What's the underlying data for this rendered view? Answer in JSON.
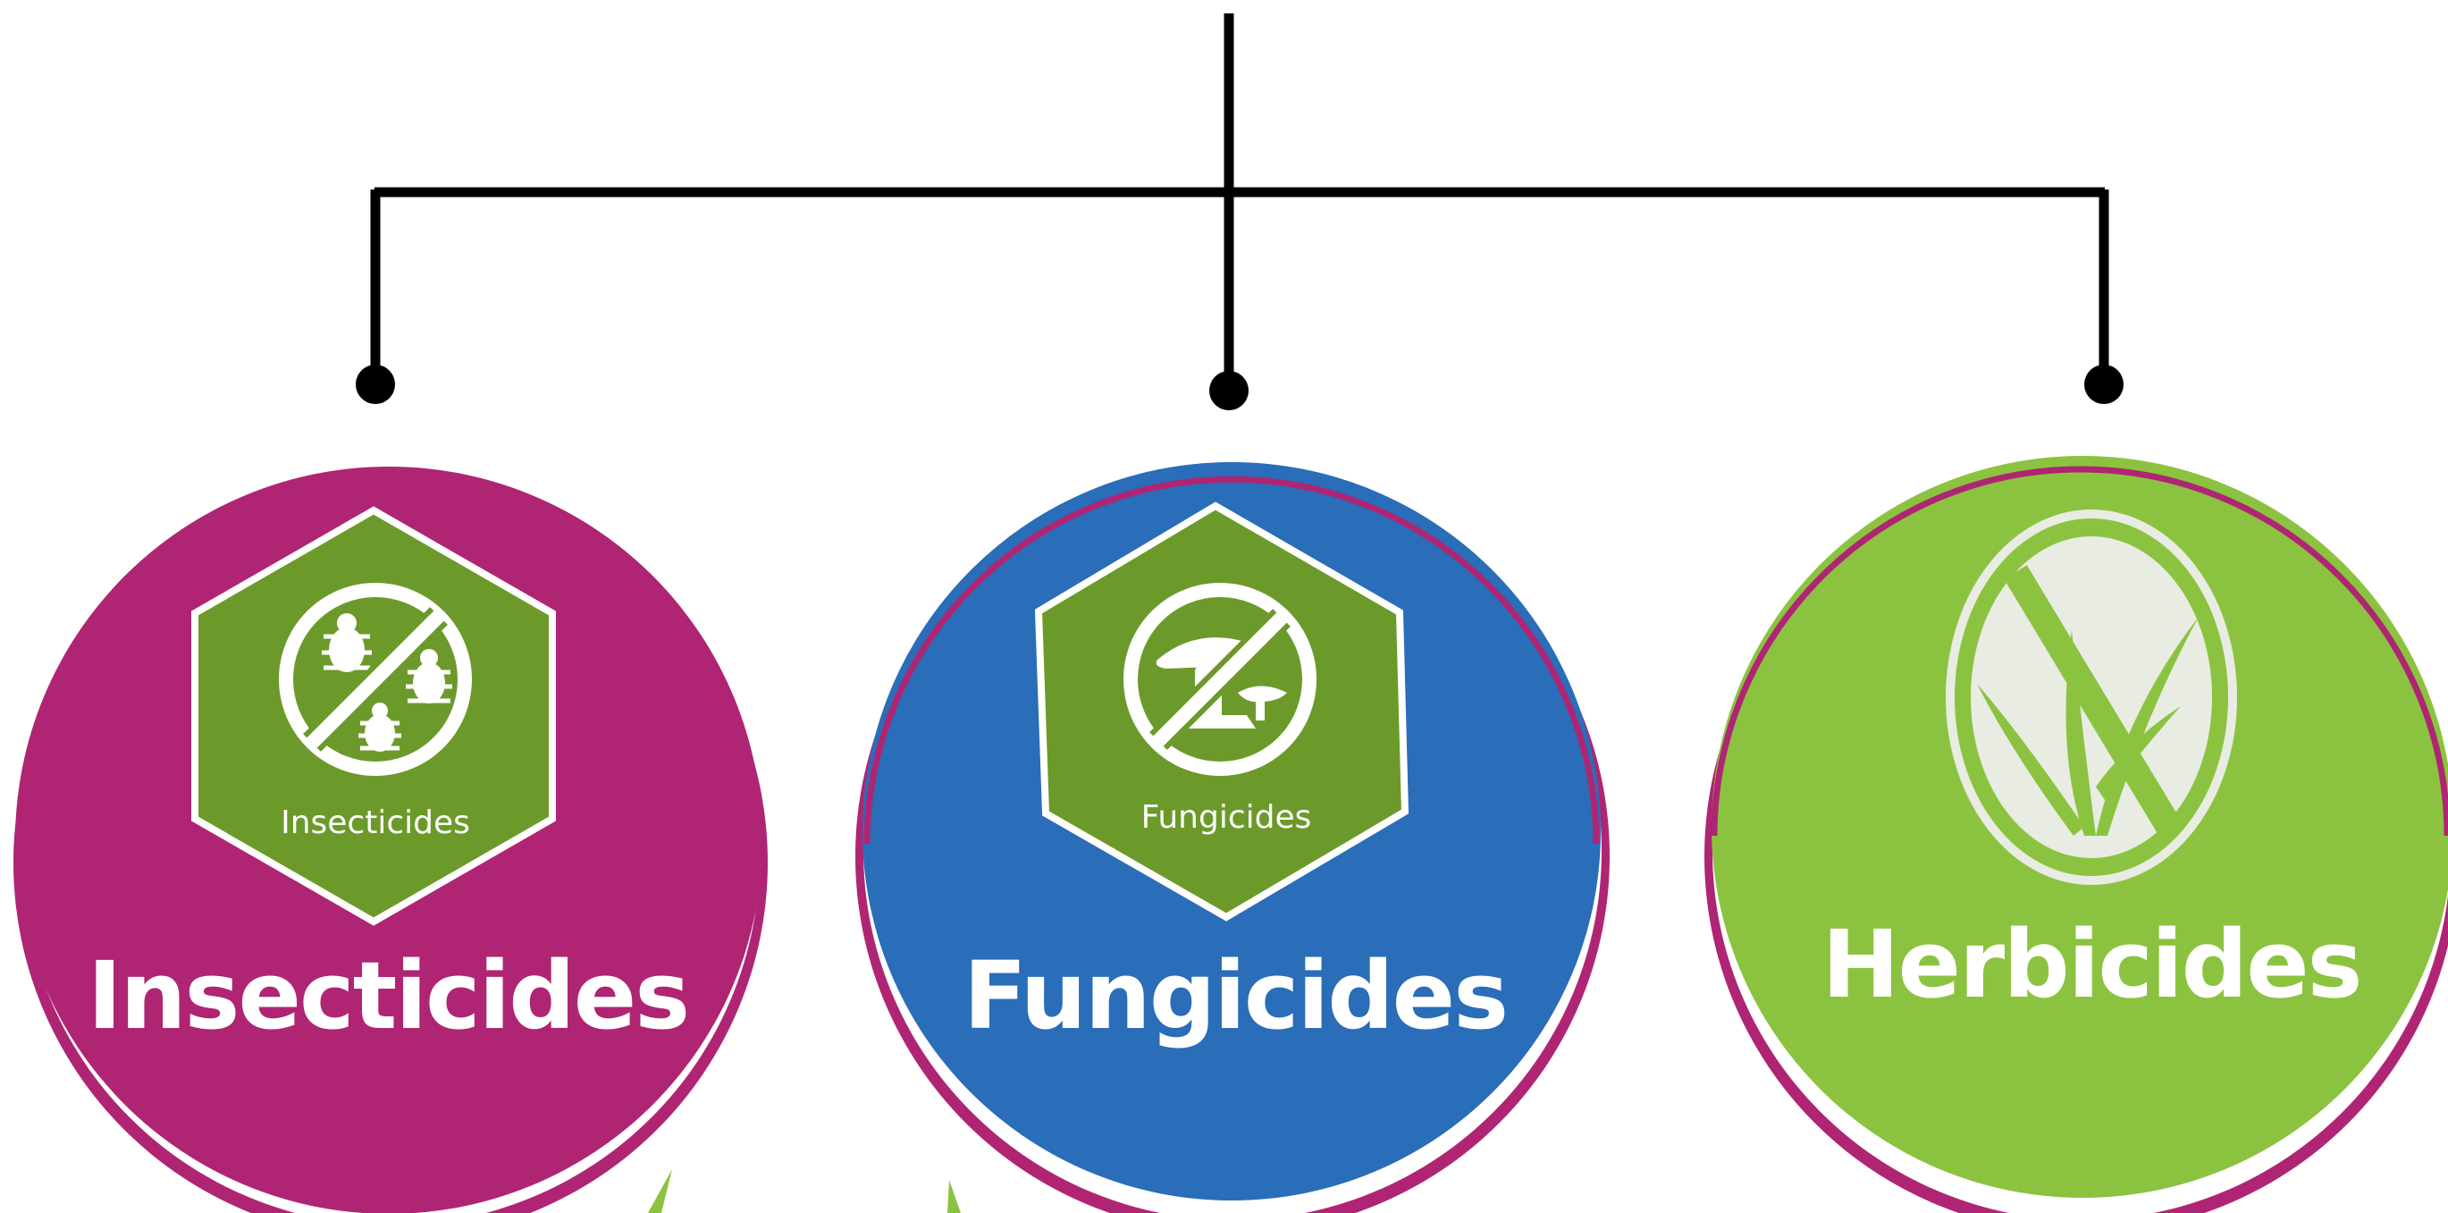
{
  "colors": {
    "connector": "#000000",
    "insecticides_circle": "#AF2573",
    "fungicides_circle": "#2A6DB8",
    "herbicides_circle": "#8BC340",
    "ring_accent": "#AF2573",
    "badge_fill": "#6C9A2A",
    "white": "#FFFFFF",
    "herbicide_icon_bg": "#E9ECE2"
  },
  "categories": [
    {
      "id": "insecticides",
      "label": "Insecticides",
      "badge_label": "Insecticides",
      "icon": "no-insects-icon"
    },
    {
      "id": "fungicides",
      "label": "Fungicides",
      "badge_label": "Fungicides",
      "icon": "no-fungi-icon"
    },
    {
      "id": "herbicides",
      "label": "Herbicides",
      "badge_label": "",
      "icon": "no-weeds-icon"
    }
  ]
}
